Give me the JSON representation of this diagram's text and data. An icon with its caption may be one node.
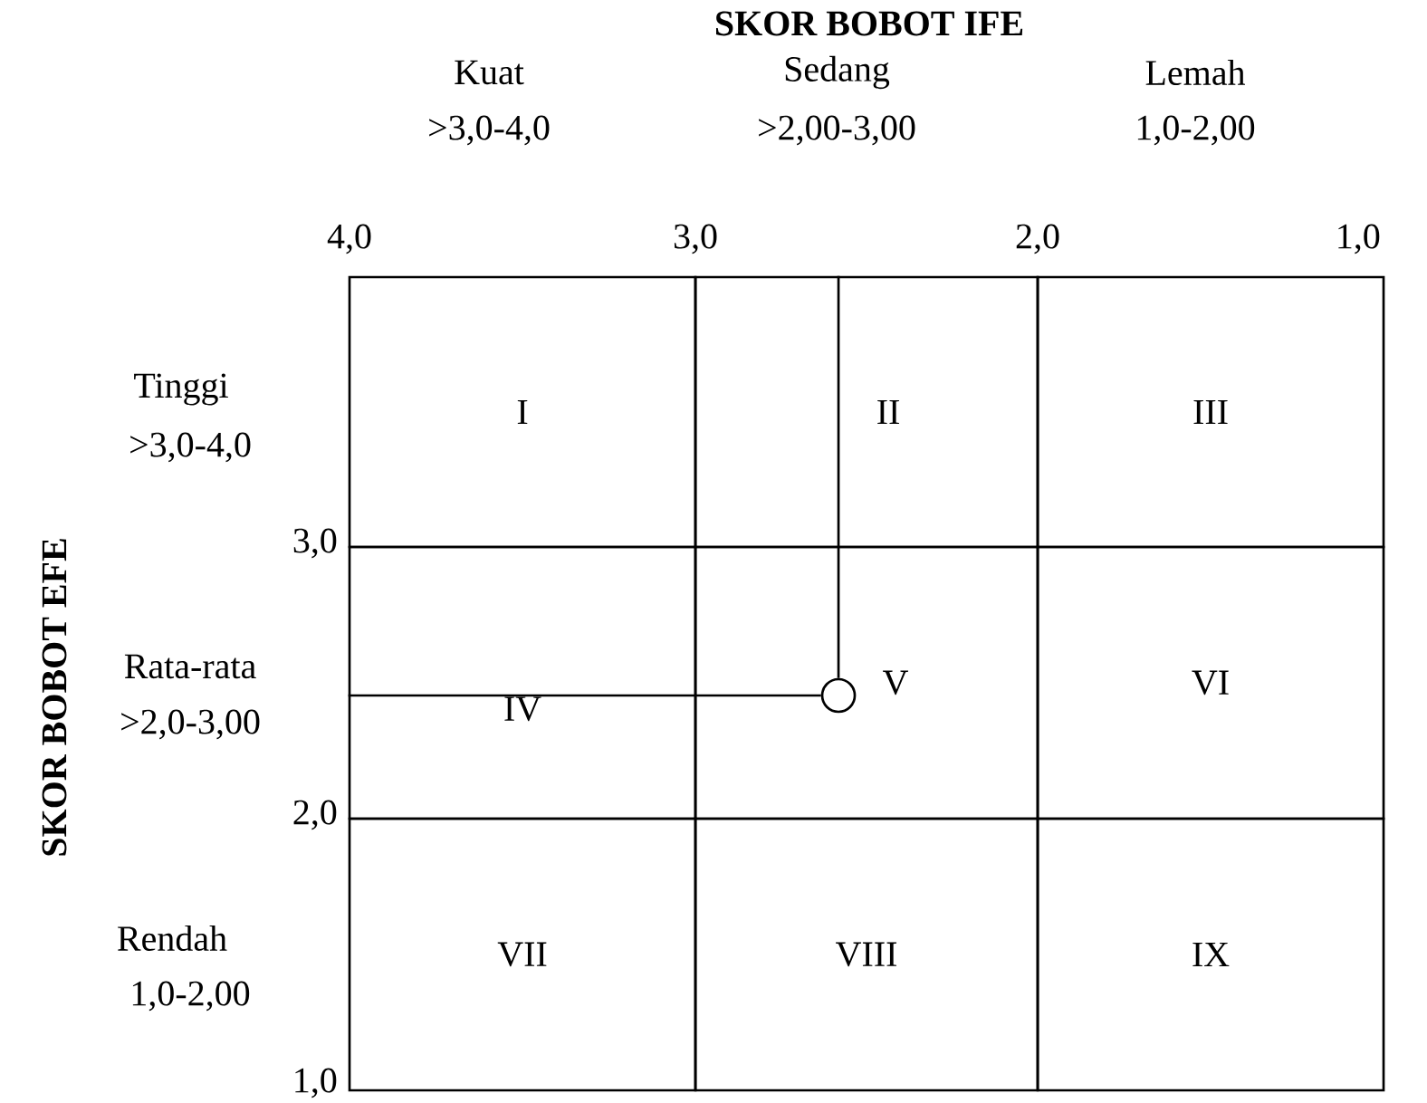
{
  "diagram": {
    "title": "SKOR BOBOT IFE",
    "nodes": [
      {
        "text": [
          "I"
        ]
      },
      {
        "text": [
          "II"
        ]
      },
      {
        "text": [
          "III"
        ]
      },
      {
        "text": [
          "IV"
        ]
      },
      {
        "text": [
          "V"
        ]
      },
      {
        "text": [
          "VI"
        ]
      },
      {
        "text": [
          "VII"
        ]
      },
      {
        "text": [
          "VIII"
        ]
      },
      {
        "text": [
          "IX"
        ]
      },
      {
        "text": [],
        "shape": "circle",
        "in": 4
      }
    ],
    "edges": [
      {
        "from": 1,
        "to": 9,
        "arrow": "none"
      },
      {
        "from": 3,
        "to": 9,
        "arrow": "none"
      }
    ],
    "labels": [
      "Kuat",
      "Sedang",
      "Lemah",
      ">3,0-4,0",
      ">2,00-3,00",
      "1,0-2,00",
      "4,0",
      "3,0",
      "2,0",
      "1,0",
      "Tinggi",
      ">3,0-4,0",
      "3,0",
      "Rata-rata",
      ">2,0-3,00",
      "2,0",
      "Rendah",
      "1,0-2,00",
      "1,0",
      "SKOR BOBOT EFE"
    ]
  }
}
